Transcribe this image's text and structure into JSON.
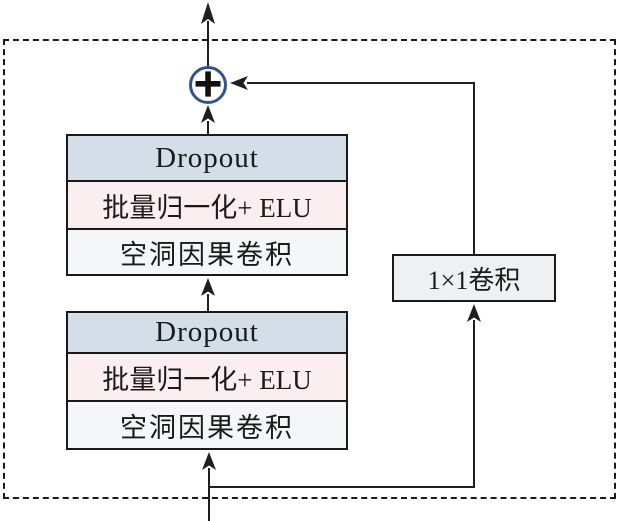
{
  "diagram": {
    "sum_node": {
      "symbol": "+"
    },
    "stacks": [
      {
        "rows": [
          {
            "label": "Dropout"
          },
          {
            "label": "批量归一化+ ELU"
          },
          {
            "label": "空洞因果卷积"
          }
        ]
      },
      {
        "rows": [
          {
            "label": "Dropout"
          },
          {
            "label": "批量归一化+ ELU"
          },
          {
            "label": "空洞因果卷积"
          }
        ]
      }
    ],
    "skip_box": {
      "label": "1×1卷积"
    },
    "colors": {
      "dropout_fill": "#d3dee9",
      "bn_elu_fill": "#fbeef1",
      "conv_fill": "#f4f6f9",
      "skip_fill": "#eef1f4",
      "sum_circle_stroke": "#2e5491",
      "line": "#1f1f1f"
    }
  }
}
